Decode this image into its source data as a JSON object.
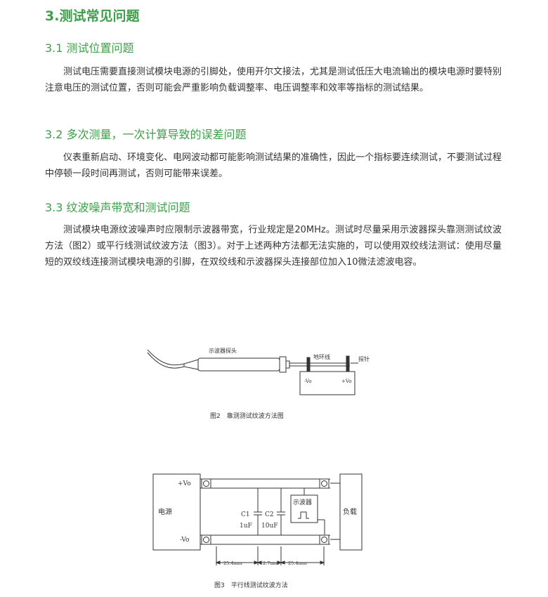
{
  "section": {
    "title": "3.测试常见问题",
    "s1": {
      "title": "3.1 测试位置问题",
      "body": "测试电压需要直接测试模块电源的引脚处，使用开尔文接法，尤其是测试低压大电流输出的模块电源时要特别注意电压的测试位置，否则可能会严重影响负载调整率、电压调整率和效率等指标的测试结果。"
    },
    "s2": {
      "title": "3.2 多次测量，一次计算导致的误差问题",
      "body": "仪表重新启动、环境变化、电网波动都可能影响测试结果的准确性，因此一个指标要连续测试，不要测试过程中停顿一段时间再测试，否则可能带来误差。"
    },
    "s3": {
      "title": "3.3 纹波噪声带宽和测试问题",
      "body": "测试模块电源纹波噪声时应限制示波器带宽，行业规定是20MHz。测试时尽量采用示波器探头靠测测试纹波方法（图2）或平行线测试纹波方法（图3）。对于上述两种方法都无法实施的，可以使用双绞线法测试：使用尽量短的双绞线连接测试模块电源的引脚，在双绞线和示波器探头连接部位加入10微法滤波电容。"
    }
  },
  "fig2": {
    "probe_label": "示波器探头",
    "ground_label": "地环线",
    "tip_label": "探针",
    "neg_label": "-Vo",
    "pos_label": "+Vo",
    "caption": "图2　靠测测试纹波方法图"
  },
  "fig3": {
    "pos_label": "+Vo",
    "neg_label": "-Vo",
    "source_label": "电源",
    "load_label": "负载",
    "scope_label": "示波器",
    "c1_name": "C1",
    "c1_value": "1uF",
    "c2_name": "C2",
    "c2_value": "10uF",
    "dim1": "25.4mm",
    "dim2": "12.7mm",
    "dim3": "25.4mm",
    "caption": "图3　平行线测试纹波方法"
  }
}
